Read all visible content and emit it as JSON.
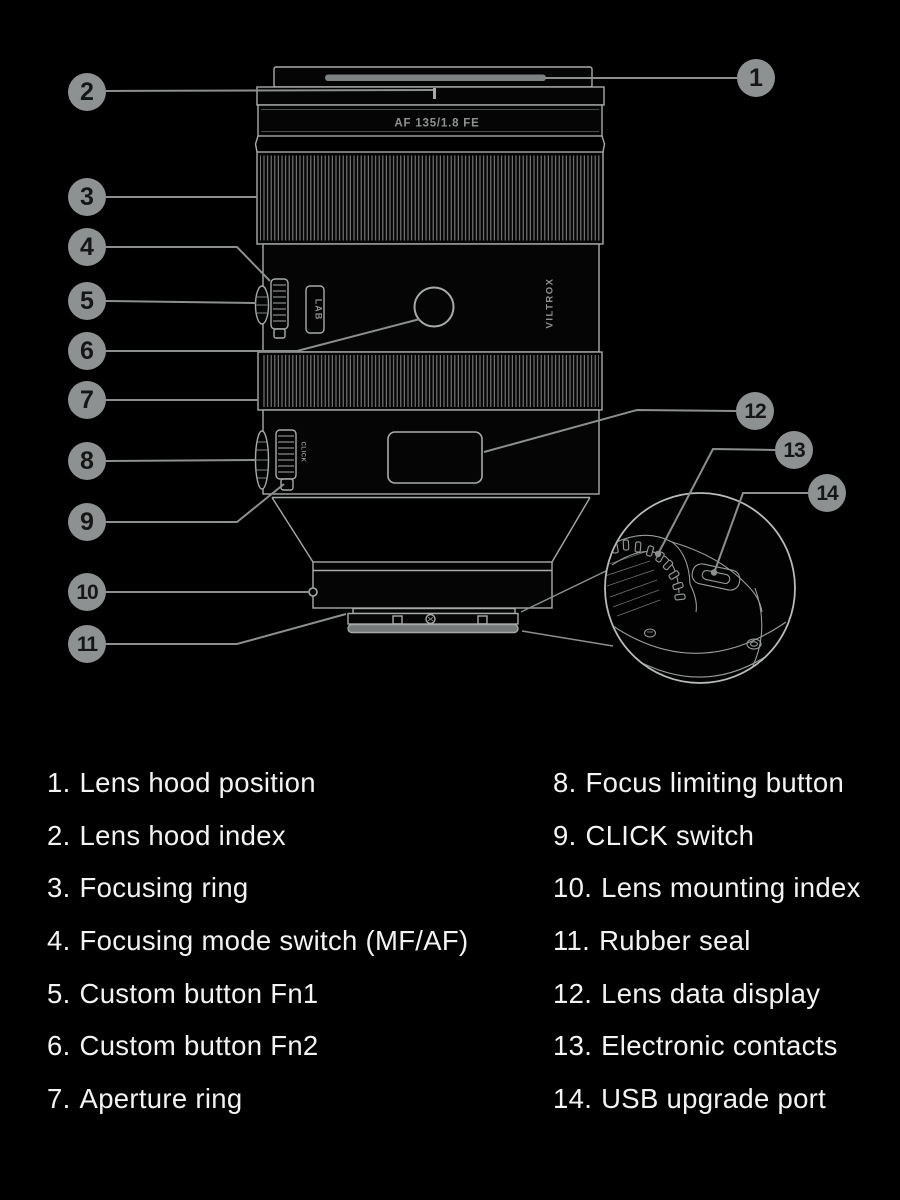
{
  "lens": {
    "model_label": "AF 135/1.8 FE",
    "brand_label": "VILTROX",
    "lab_label": "LAB",
    "click_label": "CLICK"
  },
  "callouts": [
    {
      "number": "1"
    },
    {
      "number": "2"
    },
    {
      "number": "3"
    },
    {
      "number": "4"
    },
    {
      "number": "5"
    },
    {
      "number": "6"
    },
    {
      "number": "7"
    },
    {
      "number": "8"
    },
    {
      "number": "9"
    },
    {
      "number": "10"
    },
    {
      "number": "11"
    },
    {
      "number": "12"
    },
    {
      "number": "13"
    },
    {
      "number": "14"
    }
  ],
  "legend": {
    "left": [
      {
        "number": "1.",
        "label": "Lens hood position"
      },
      {
        "number": "2.",
        "label": "Lens hood index"
      },
      {
        "number": "3.",
        "label": "Focusing ring"
      },
      {
        "number": "4.",
        "label": "Focusing mode switch (MF/AF)"
      },
      {
        "number": "5.",
        "label": "Custom button Fn1"
      },
      {
        "number": "6.",
        "label": "Custom button Fn2"
      },
      {
        "number": "7.",
        "label": "Aperture ring"
      }
    ],
    "right": [
      {
        "number": "8.",
        "label": "Focus limiting button"
      },
      {
        "number": "9.",
        "label": "CLICK switch"
      },
      {
        "number": "10.",
        "label": "Lens mounting index"
      },
      {
        "number": "11.",
        "label": "Rubber seal"
      },
      {
        "number": "12.",
        "label": "Lens data display"
      },
      {
        "number": "13.",
        "label": "Electronic contacts"
      },
      {
        "number": "14.",
        "label": "USB upgrade port"
      }
    ]
  },
  "colors": {
    "background": "#000000",
    "line_art": "#a8abab",
    "leader_line": "#8c8f8f",
    "badge_fill": "#8e9192",
    "badge_text": "#161616",
    "legend_text": "#f3f3f3",
    "lens_print": "#8f9292"
  }
}
